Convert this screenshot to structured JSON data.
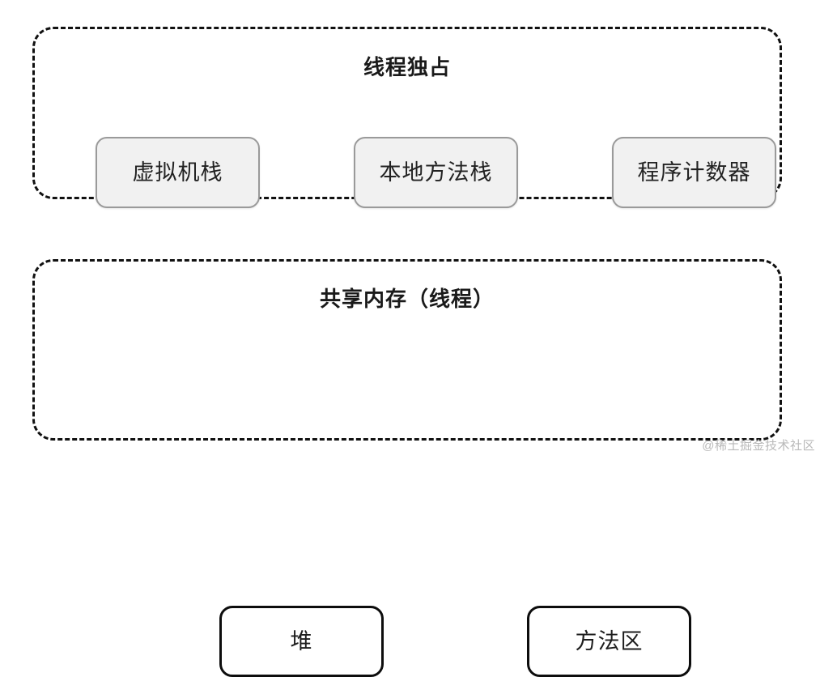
{
  "diagram": {
    "title_hidden": "",
    "regions": [
      {
        "id": "thread-exclusive",
        "title": "线程独占",
        "boxes": [
          {
            "id": "vm-stack",
            "label": "虚拟机栈"
          },
          {
            "id": "native-method-stack",
            "label": "本地方法栈"
          },
          {
            "id": "pc-register",
            "label": "程序计数器"
          }
        ]
      },
      {
        "id": "shared-memory",
        "title": "共享内存（线程）",
        "boxes": [
          {
            "id": "heap",
            "label": "堆"
          },
          {
            "id": "method-area",
            "label": "方法区"
          }
        ]
      }
    ]
  },
  "watermark": {
    "text": "@稀土掘金技术社区"
  },
  "colors": {
    "background": "#ffffff",
    "region_border": "#111111",
    "soft_box_fill": "#f1f1f1",
    "soft_box_border": "#9a9a9a",
    "strong_box_border": "#0d0d0d",
    "text": "#1a1a1a",
    "watermark": "#b9b9b9"
  }
}
